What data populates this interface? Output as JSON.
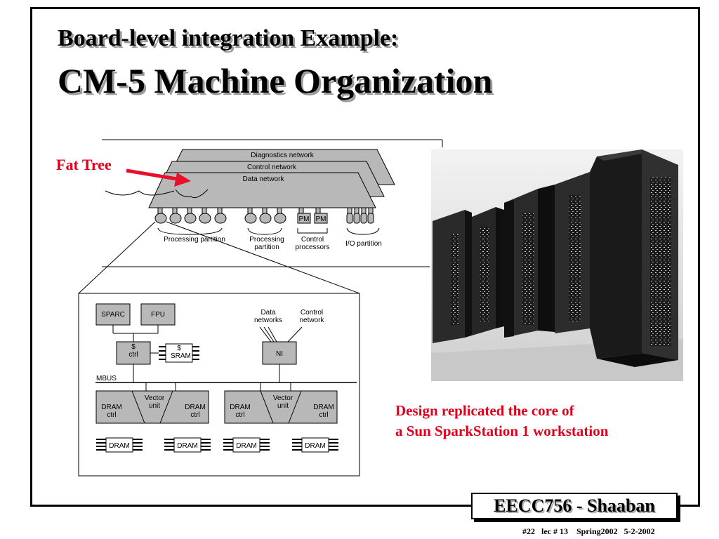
{
  "title": {
    "line1": "Board-level integration Example:",
    "line2": "CM-5 Machine Organization"
  },
  "annotation": {
    "fat_tree": "Fat Tree"
  },
  "network": {
    "layers": [
      "Diagnostics network",
      "Control network",
      "Data network"
    ],
    "pm_labels": [
      "PM",
      "PM"
    ],
    "partitions": [
      "Processing partition",
      "Processing partition",
      "Control processors",
      "I/O partition"
    ]
  },
  "node": {
    "sparc": "SPARC",
    "fpu": "FPU",
    "cache_ctrl": "$ ctrl",
    "sram": "$ SRAM",
    "ni": "NI",
    "data_networks": "Data networks",
    "control_network": "Control network",
    "mbus": "MBUS",
    "vector_unit": "Vector unit",
    "dram_ctrl": "DRAM ctrl",
    "dram": "DRAM"
  },
  "caption": {
    "line1": "Design replicated the core of",
    "line2": "a Sun SparkStation 1 workstation"
  },
  "footer": {
    "course": "EECC756 - Shaaban",
    "meta": "#22   lec # 13    Spring2002   5-2-2002"
  }
}
